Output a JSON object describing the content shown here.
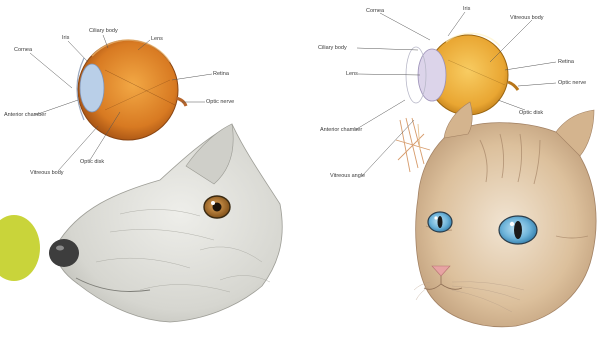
{
  "dog_eye": {
    "labels": {
      "cornea": "Cornea",
      "iris": "Iris",
      "ciliary_body": "Ciliary body",
      "lens": "Lens",
      "retina": "Retina",
      "anterior_chamber": "Anterior chamber",
      "optic_nerve": "Optic nerve",
      "optic_disk": "Optic disk",
      "vitreous_body": "Vitreous body"
    }
  },
  "cat_eye": {
    "labels": {
      "cornea": "Cornea",
      "iris": "Iris",
      "ciliary_body": "Ciliary body",
      "vitreous_body": "Vitreous body",
      "lens": "Lens",
      "retina": "Retina",
      "optic_nerve": "Optic nerve",
      "anterior_chamber": "Anterior chamber",
      "optic_disk": "Optic disk",
      "vitreous_angle": "Vitreous angle"
    }
  },
  "colors": {
    "eyeball_orange": "#e08a2a",
    "cat_eyeball_yellow": "#f0b43a",
    "lens_blue": "#b9cfe8",
    "cat_lens_lilac": "#dcd4ea",
    "yellow_ball": "#c9d43a",
    "dog_iris": "#b47a2e",
    "cat_iris": "#6fb2d8",
    "fur_grey": "#d9d9d4",
    "cat_fur_tan": "#d8b892"
  }
}
